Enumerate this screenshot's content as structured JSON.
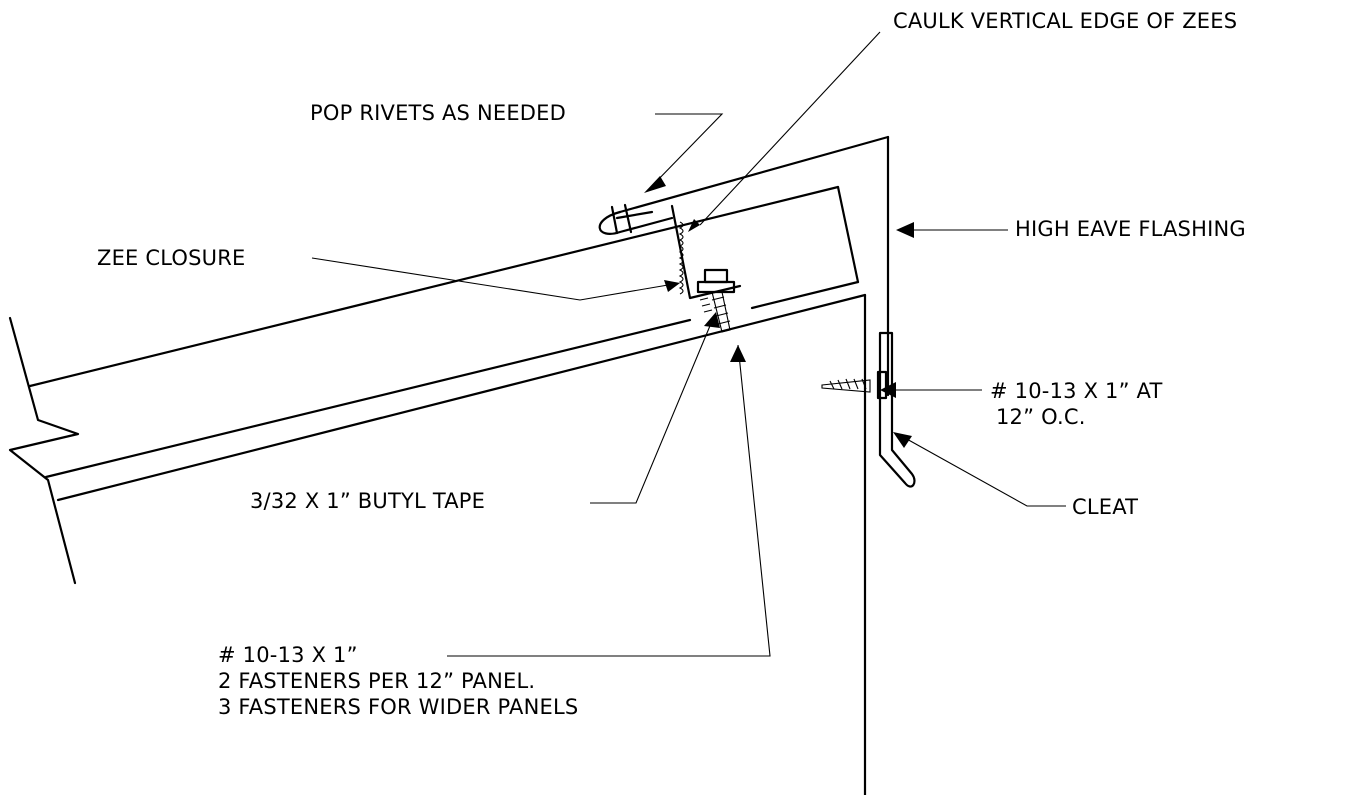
{
  "labels": {
    "caulk": "CAULK VERTICAL EDGE OF ZEES",
    "pop_rivets": "POP RIVETS AS NEEDED",
    "high_eave": "HIGH EAVE FLASHING",
    "zee_closure": "ZEE CLOSURE",
    "fastener_cleat_line1": "# 10-13 X 1” AT",
    "fastener_cleat_line2": "12” O.C.",
    "cleat": "CLEAT",
    "butyl_tape": "3/32 X 1” BUTYL TAPE",
    "fastener_panel_line1": "# 10-13 X 1”",
    "fastener_panel_line2": "2 FASTENERS PER 12” PANEL.",
    "fastener_panel_line3": "3 FASTENERS FOR WIDER PANELS"
  }
}
